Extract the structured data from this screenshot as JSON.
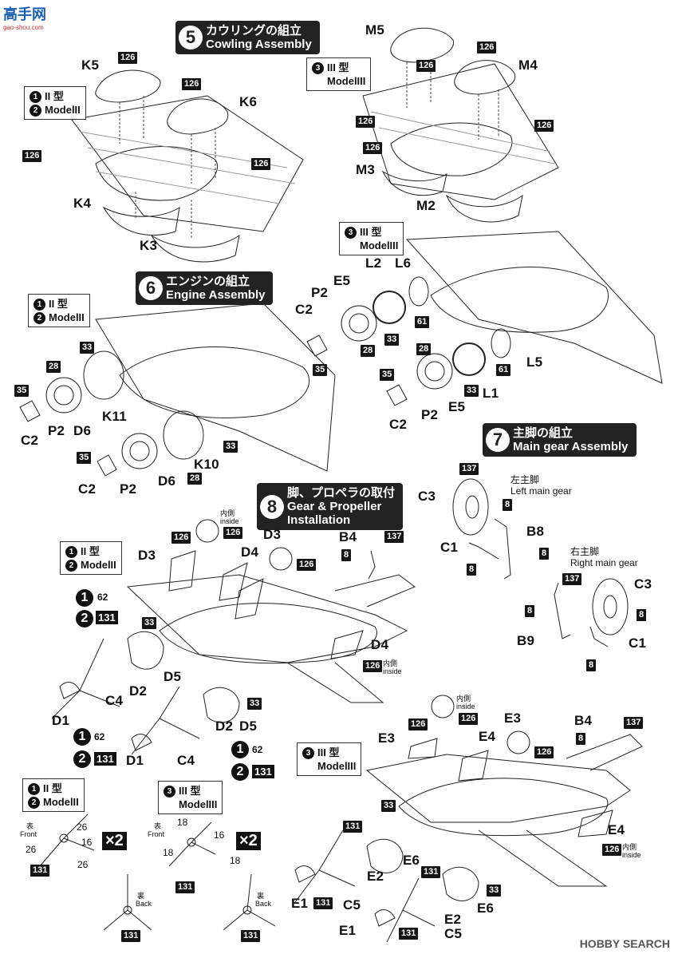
{
  "watermark_top": {
    "text": "高手网",
    "url_text": "gao-shou.com"
  },
  "watermark_bottom": "HOBBY SEARCH",
  "steps": {
    "s5": {
      "num": "5",
      "jp": "カウリングの組立",
      "en": "Cowling Assembly"
    },
    "s6": {
      "num": "6",
      "jp": "エンジンの組立",
      "en": "Engine Assembly"
    },
    "s7": {
      "num": "7",
      "jp": "主脚の組立",
      "en": "Main gear Assembly"
    },
    "s8": {
      "num": "8",
      "jp": "脚、プロペラの取付",
      "en": "Gear & Propeller",
      "en2": "Installation"
    }
  },
  "models": {
    "m2_jp": "II 型",
    "m2_en": "ModelII",
    "m3_jp": "III 型",
    "m3_en": "ModelIII",
    "m2_n1": "1",
    "m2_n2": "2",
    "m3_n": "3"
  },
  "gear": {
    "left_jp": "左主脚",
    "left_en": "Left main gear",
    "right_jp": "右主脚",
    "right_en": "Right main gear"
  },
  "inside": {
    "jp": "内側",
    "en": "inside"
  },
  "prop": {
    "front_jp": "表",
    "front_en": "Front",
    "back_jp": "裏",
    "back_en": "Back",
    "times": "×2"
  },
  "parts": {
    "K5": "K5",
    "K6": "K6",
    "K4": "K4",
    "K3": "K3",
    "M5": "M5",
    "M4": "M4",
    "M3": "M3",
    "M2": "M2",
    "L2": "L2",
    "L6": "L6",
    "E5": "E5",
    "P2": "P2",
    "C2": "C2",
    "L5": "L5",
    "L1": "L1",
    "D6": "D6",
    "K11": "K11",
    "K10": "K10",
    "C3": "C3",
    "B8": "B8",
    "C1": "C1",
    "B9": "B9",
    "D3": "D3",
    "D4": "D4",
    "B4": "B4",
    "D2": "D2",
    "D5": "D5",
    "D1": "D1",
    "C4": "C4",
    "E3": "E3",
    "E4": "E4",
    "E6": "E6",
    "E2": "E2",
    "E1": "E1",
    "C5": "C5"
  },
  "nums": {
    "n126": "126",
    "n28": "28",
    "n33": "33",
    "n35": "35",
    "n61": "61",
    "n137": "137",
    "n8": "8",
    "n62": "62",
    "n131": "131",
    "n26": "26",
    "n16": "16",
    "n18": "18"
  }
}
